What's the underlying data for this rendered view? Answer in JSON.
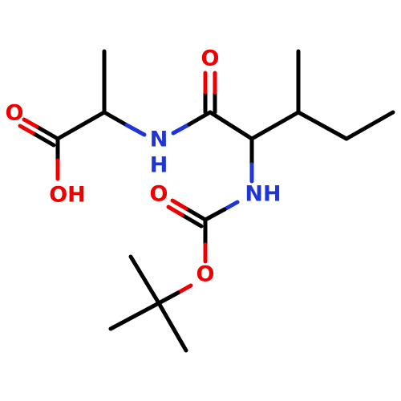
{
  "molecule": {
    "colors": {
      "bond": "#000000",
      "oxygen": "#ee0000",
      "nitrogen": "#1f35d8",
      "background": "#ffffff"
    },
    "atoms": {
      "carbonyl_o_acid": "O",
      "hydroxyl_oh": "OH",
      "amide_nh": "N",
      "amide_h": "H",
      "amide_carbonyl_o": "O",
      "carbamate_nh": "NH",
      "carbamate_carbonyl_o": "O",
      "carbamate_ester_o": "O"
    }
  }
}
